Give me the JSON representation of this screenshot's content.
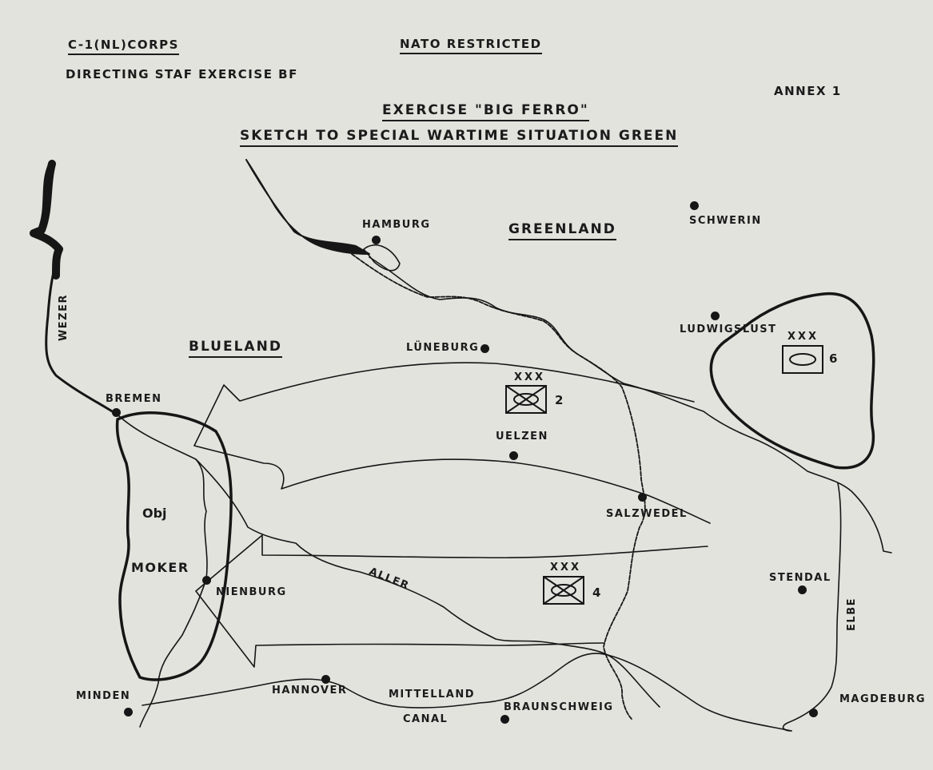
{
  "header": {
    "corps": "C-1(NL)CORPS",
    "exercise_type": "DIRECTING STAF EXERCISE BF",
    "classification": "NATO RESTRICTED",
    "annex": "ANNEX 1",
    "title": "EXERCISE \"BIG FERRO\"",
    "subtitle": "SKETCH TO SPECIAL WARTIME SITUATION GREEN"
  },
  "regions": {
    "greenland": "GREENLAND",
    "blueland": "BLUELAND"
  },
  "cities": {
    "hamburg": "HAMBURG",
    "schwerin": "SCHWERIN",
    "ludwigslust": "LUDWIGSLUST",
    "luneburg": "LÜNEBURG",
    "bremen": "BREMEN",
    "uelzen": "UELZEN",
    "salzwedel": "SALZWEDEL",
    "nienburg": "NIENBURG",
    "stendal": "STENDAL",
    "minden": "MINDEN",
    "hannover": "HANNOVER",
    "braunschweig": "BRAUNSCHWEIG",
    "magdeburg": "MAGDEBURG"
  },
  "rivers": {
    "wezer": "WEZER",
    "aller": "ALLER",
    "elbe": "ELBE"
  },
  "canal": {
    "line1": "MITTELLAND",
    "line2": "CANAL"
  },
  "objective": {
    "line1": "Obj",
    "line2": "MOKER"
  },
  "units": [
    {
      "echelon": "XXX",
      "number": "2",
      "type": "armored-infantry"
    },
    {
      "echelon": "XXX",
      "number": "4",
      "type": "armored-infantry"
    },
    {
      "echelon": "XXX",
      "number": "6",
      "type": "armored"
    }
  ],
  "colors": {
    "paper": "#e2e3dd",
    "ink": "#161616"
  }
}
